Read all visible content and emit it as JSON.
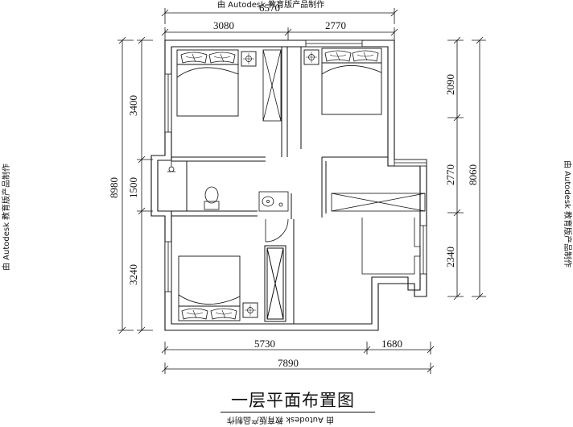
{
  "watermarks": {
    "top": "由 Autodesk 教育版产品制作",
    "left": "由 Autodesk 教育版产品制作",
    "right": "由 Autodesk 教育版产品制作",
    "bottom": "由 Autodesk 教育版产品制作"
  },
  "title": "一层平面布置图",
  "dimensions": {
    "top_total": "6570",
    "top_left": "3080",
    "top_right": "2770",
    "left_total": "8980",
    "left_top": "3400",
    "left_mid": "1500",
    "left_bottom": "3240",
    "right_total": "8060",
    "right_top": "2090",
    "right_mid": "2770",
    "right_bottom": "2340",
    "bottom_left": "5730",
    "bottom_right": "1680",
    "bottom_total": "7890"
  }
}
